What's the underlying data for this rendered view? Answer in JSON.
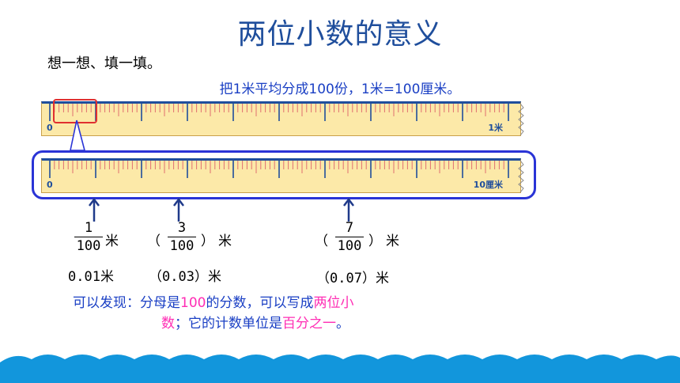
{
  "title": "两位小数的意义",
  "prompt": "想一想、填一填。",
  "subtitle": "把1米平均分成100份，1米=100厘米。",
  "ruler_top": {
    "start_label": "0",
    "end_label": "1米"
  },
  "ruler_bottom": {
    "start_label": "0",
    "end_label": "10厘米"
  },
  "items": [
    {
      "numerator": "1",
      "denominator": "100",
      "unit": "米",
      "open": "",
      "close": "",
      "decimal": "0.01米"
    },
    {
      "numerator": "3",
      "denominator": "100",
      "unit": "米",
      "open": "（",
      "close": "）",
      "decimal": "（0.03）米"
    },
    {
      "numerator": "7",
      "denominator": "100",
      "unit": "米",
      "open": "（",
      "close": "）",
      "decimal": "（0.07）米"
    }
  ],
  "conclusion": {
    "p1": "可以发现：分母是",
    "p2": "100",
    "p3": "的分数，可以写成",
    "p4": "两位小",
    "p5": "数",
    "p6": "；它的计数单位是",
    "p7": "百分之一",
    "p8": "。"
  },
  "colors": {
    "title": "#1f4e9c",
    "ruler_fill": "#fce9a8",
    "ruler_tick": "#e07070",
    "ruler_major": "#1f4e9c",
    "frame": "#2a34d6",
    "highlight": "#ff2db4",
    "bottom_band": "#1296dc"
  }
}
